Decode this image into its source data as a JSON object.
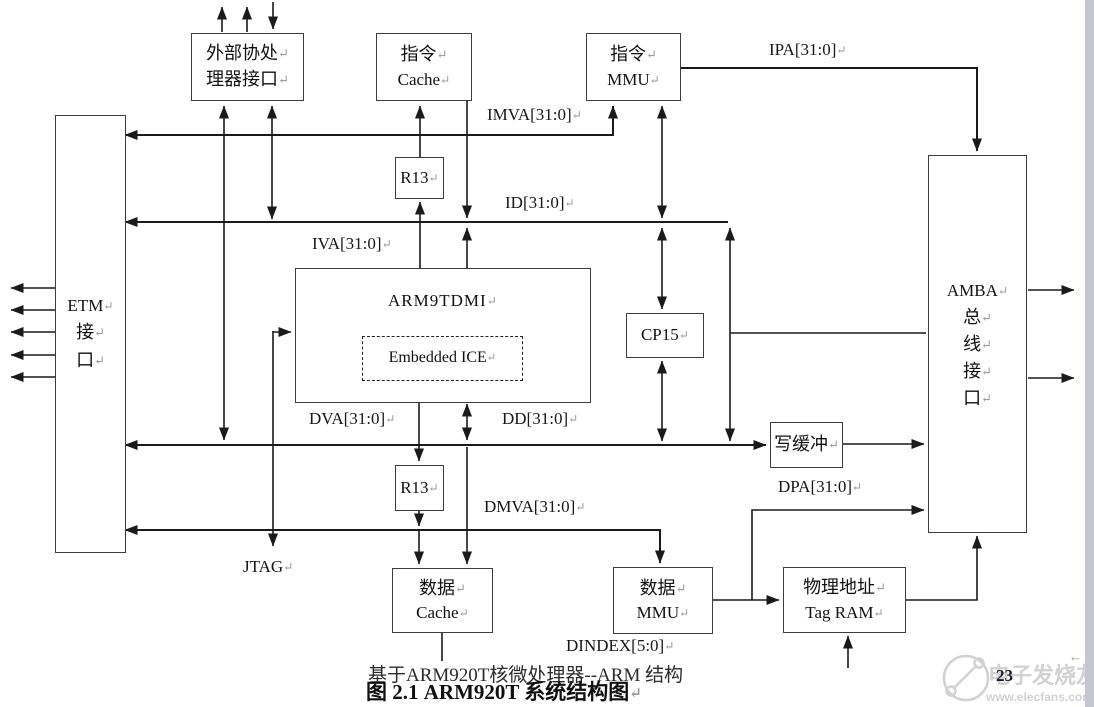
{
  "figure": {
    "boxes": {
      "ext_coproc": {
        "line1": "外部协处↵",
        "line2": "理器接口↵"
      },
      "icache": {
        "line1": "指令↵",
        "line2": "Cache↵"
      },
      "immu": {
        "line1": "指令↵",
        "line2": "MMU↵"
      },
      "etm": {
        "line1": "ETM↵",
        "line2": "接↵",
        "line3": "口↵"
      },
      "r13_top": {
        "label": "R13↵"
      },
      "arm9": {
        "label": "ARM9TDMI↵"
      },
      "embedded_ice": {
        "label": "Embedded ICE↵"
      },
      "cp15": {
        "label": "CP15↵"
      },
      "write_buffer": {
        "label": "写缓冲↵"
      },
      "r13_bottom": {
        "label": "R13↵"
      },
      "dcache": {
        "line1": "数据↵",
        "line2": "Cache↵"
      },
      "dmmu": {
        "line1": "数据↵",
        "line2": "MMU↵"
      },
      "tag_ram": {
        "line1": "物理地址↵",
        "line2": "Tag RAM↵"
      },
      "amba": {
        "line1": "AMBA↵",
        "line2": "总↵",
        "line3": "线↵",
        "line4": "接↵",
        "line5": "口↵"
      }
    },
    "bus_labels": {
      "ipa": "IPA[31:0]↵",
      "imva": "IMVA[31:0]↵",
      "id": "ID[31:0]↵",
      "iva": "IVA[31:0]↵",
      "dva": "DVA[31:0]↵",
      "dd": "DD[31:0]↵",
      "dmva": "DMVA[31:0]↵",
      "dpa": "DPA[31:0]↵",
      "jtag": "JTAG↵",
      "dindex": "DINDEX[5:0]↵"
    }
  },
  "caption": {
    "overlay_text": "基于ARM920T核微处理器--ARM 结构",
    "figure_title": "图 2.1 ARM920T 系统结构图↵"
  },
  "page": {
    "number": "23",
    "stray_mark": "←"
  },
  "watermark": {
    "brand": "电子发烧友",
    "url": "www.elecfans.com"
  },
  "colors": {
    "line": "#1a1a1a",
    "box_border": "#3c3c3c",
    "watermark": "#d2d2d2",
    "strip": "#c6c6d0"
  }
}
